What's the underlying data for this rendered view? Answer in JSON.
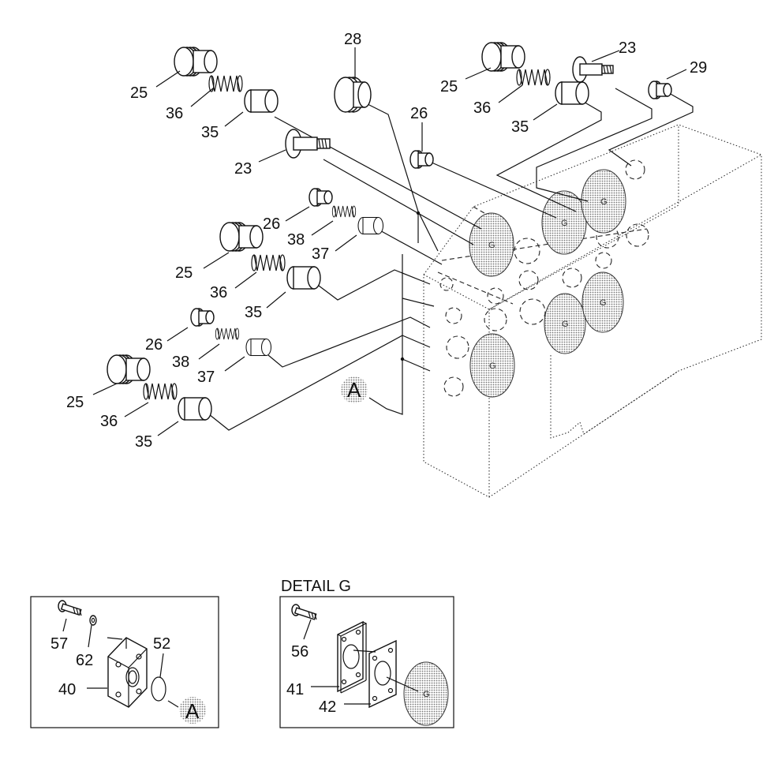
{
  "detail_title": "DETAIL  G",
  "callouts": {
    "l25a": "25",
    "l36a": "36",
    "l35a": "35",
    "l23a": "23",
    "l28": "28",
    "l26a": "26",
    "l25b": "25",
    "l36b": "36",
    "l35b": "35",
    "l23b": "23",
    "l29": "29",
    "l26b": "26",
    "l38a": "38",
    "l37a": "37",
    "l25c": "25",
    "l36c": "36",
    "l35c": "35",
    "l26c": "26",
    "l38b": "38",
    "l37b": "37",
    "l25d": "25",
    "l36d": "36",
    "l35d": "35",
    "l57": "57",
    "l62": "62",
    "l52": "52",
    "l40": "40",
    "l56": "56",
    "l41": "41",
    "l42": "42"
  },
  "markers": {
    "a_main": "A",
    "a_detail": "A",
    "g": "G"
  },
  "colors": {
    "line": "#111111",
    "hatch": "#9a9a9a",
    "marker_fill": "#b8b8b8"
  }
}
